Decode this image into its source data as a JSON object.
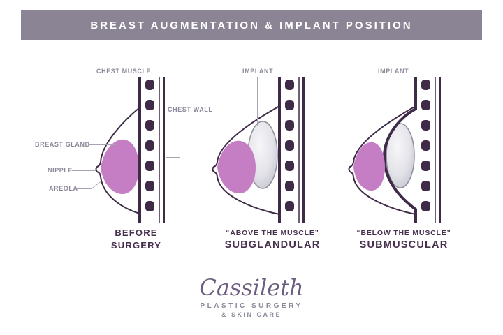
{
  "header": {
    "title": "BREAST AUGMENTATION & IMPLANT POSITION"
  },
  "diagrams": {
    "before": {
      "labels": {
        "chest_muscle": "CHEST MUSCLE",
        "chest_wall": "CHEST WALL",
        "breast_gland": "BREAST GLAND",
        "nipple": "NIPPLE",
        "areola": "AREOLA"
      },
      "caption": {
        "line1": "BEFORE",
        "line2": "SURGERY"
      }
    },
    "subglandular": {
      "labels": {
        "implant": "IMPLANT"
      },
      "caption": {
        "line1": "“ABOVE THE MUSCLE”",
        "line2": "SUBGLANDULAR"
      }
    },
    "submuscular": {
      "labels": {
        "implant": "IMPLANT"
      },
      "caption": {
        "line1": "“BELOW THE MUSCLE”",
        "line2": "SUBMUSCULAR"
      }
    }
  },
  "logo": {
    "script": "Cassileth",
    "line1": "PLASTIC SURGERY",
    "line2": "& SKIN CARE"
  },
  "colors": {
    "header_bg": "#8a8494",
    "line_dark": "#3f2b47",
    "gland_pink": "#c57ec3",
    "label_gray": "#8d8799",
    "leader_gray": "#a9a2b2",
    "caption_purple": "#46304e",
    "logo_purple": "#6d5d80",
    "implant_gray": "#c4c4cf"
  }
}
